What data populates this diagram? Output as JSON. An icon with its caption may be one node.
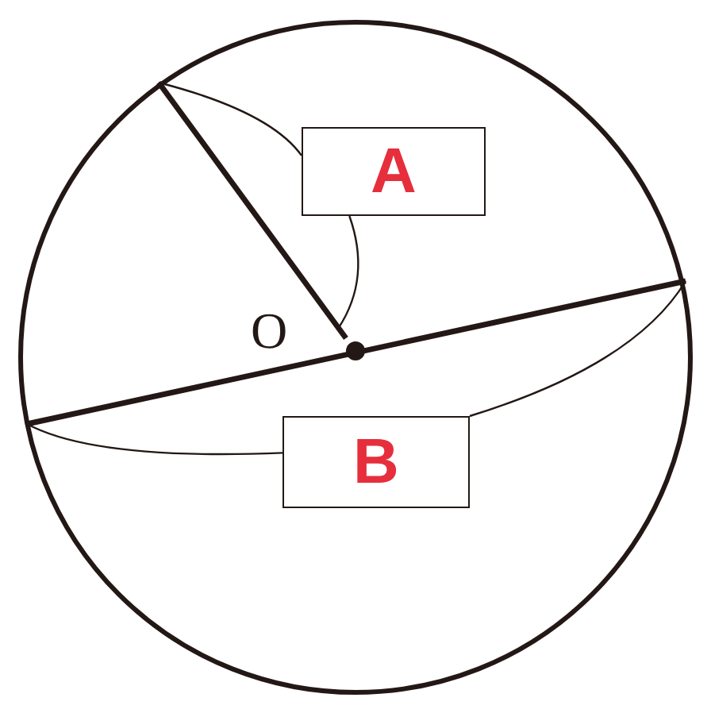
{
  "diagram": {
    "nodes": [
      {
        "text": [
          "A"
        ]
      },
      {
        "text": [
          "B"
        ]
      },
      {
        "text": [],
        "shape": "line"
      },
      {
        "text": [],
        "shape": "line"
      }
    ],
    "edges": [
      {
        "from": 0,
        "to": 2,
        "arrow": "none"
      },
      {
        "from": 0,
        "to": 2,
        "arrow": "none"
      },
      {
        "from": 1,
        "to": 3,
        "arrow": "none"
      },
      {
        "from": 1,
        "to": 3,
        "arrow": "none"
      }
    ],
    "labels": [
      "O"
    ]
  }
}
